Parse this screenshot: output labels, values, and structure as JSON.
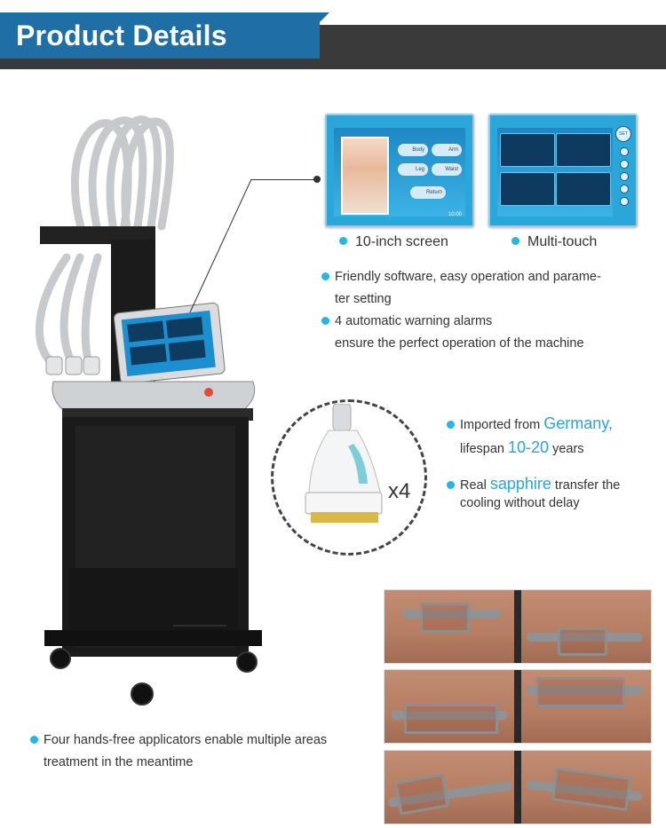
{
  "header": {
    "title": "Product Details"
  },
  "screens": {
    "left": {
      "buttons": [
        "Body",
        "Arm",
        "Leg",
        "Waist"
      ],
      "return_label": "Return",
      "time": "10:00"
    },
    "right": {
      "set_label": "SET"
    }
  },
  "captions": {
    "screen": "10-inch screen",
    "touch": "Multi-touch"
  },
  "features": {
    "software_line1": "Friendly software, easy operation and parame-",
    "software_line2": "ter setting",
    "alarms_line1": "4 automatic warning alarms",
    "alarms_line2": "ensure the perfect operation of the machine"
  },
  "handle": {
    "count": "x4",
    "import_prefix": "Imported from ",
    "import_country": "Germany,",
    "lifespan_prefix": "lifespan ",
    "lifespan_value": "10-20",
    "lifespan_suffix": " years",
    "cooling_prefix": "Real ",
    "cooling_material": "sapphire",
    "cooling_suffix": " transfer the",
    "cooling_line2": "cooling without delay"
  },
  "applicators": {
    "line1": "Four hands-free applicators enable multiple areas",
    "line2": "treatment in the meantime"
  },
  "colors": {
    "accent": "#27b4e6",
    "banner_blue": "#1f6fa4",
    "banner_dark": "#3a3a3a"
  }
}
